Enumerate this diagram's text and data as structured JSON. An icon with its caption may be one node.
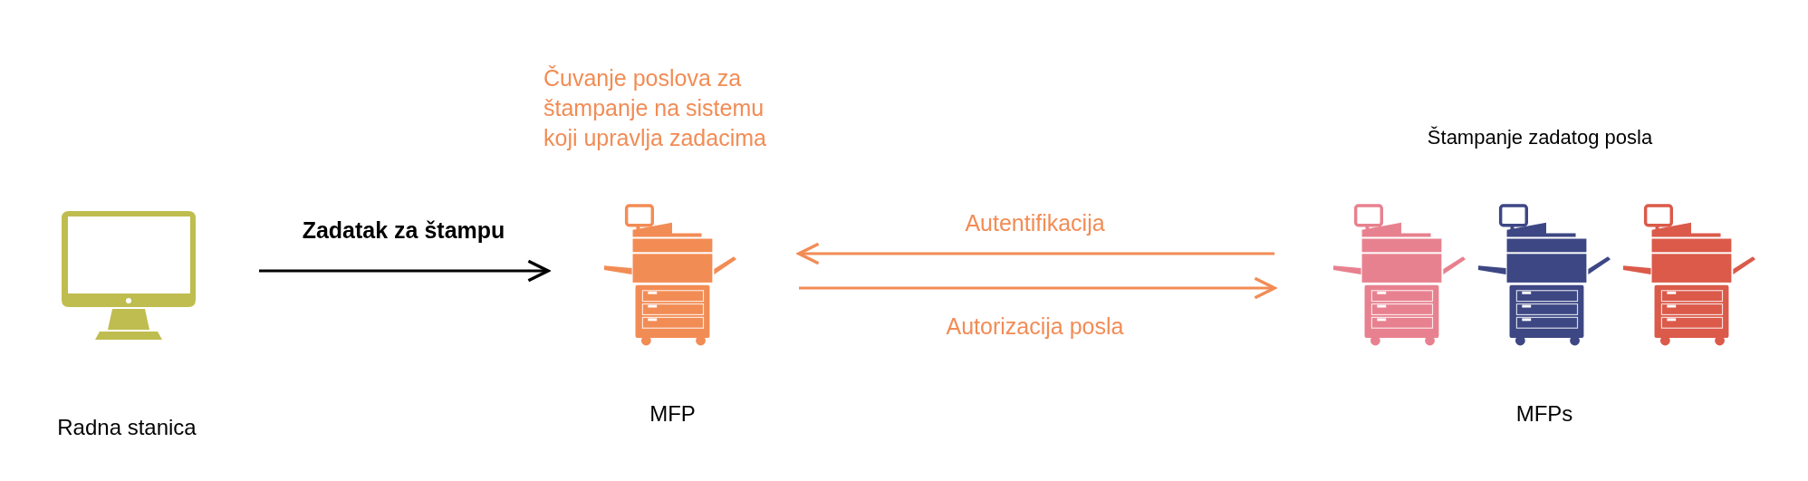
{
  "diagram": {
    "nodes": [
      {
        "text": [
          "Radna stanica"
        ]
      },
      {
        "text": [
          "MFP"
        ],
        "beside": [
          "Čuvanje poslova za štampanje na sistemu koji upravlja zadacima"
        ]
      },
      {
        "text": [
          "MFPs"
        ],
        "beside": [
          "Štampanje zadatog posla"
        ]
      }
    ],
    "edges": [
      {
        "from": 0,
        "to": 1,
        "arrow": "to",
        "label": "Zadatak za štampu",
        "color": "#000000"
      },
      {
        "from": 2,
        "to": 1,
        "arrow": "to",
        "label": "Autentifikacija",
        "color": "#f28c55"
      },
      {
        "from": 1,
        "to": 2,
        "arrow": "to",
        "label": "Autorizacija posla",
        "color": "#f28c55"
      }
    ]
  }
}
